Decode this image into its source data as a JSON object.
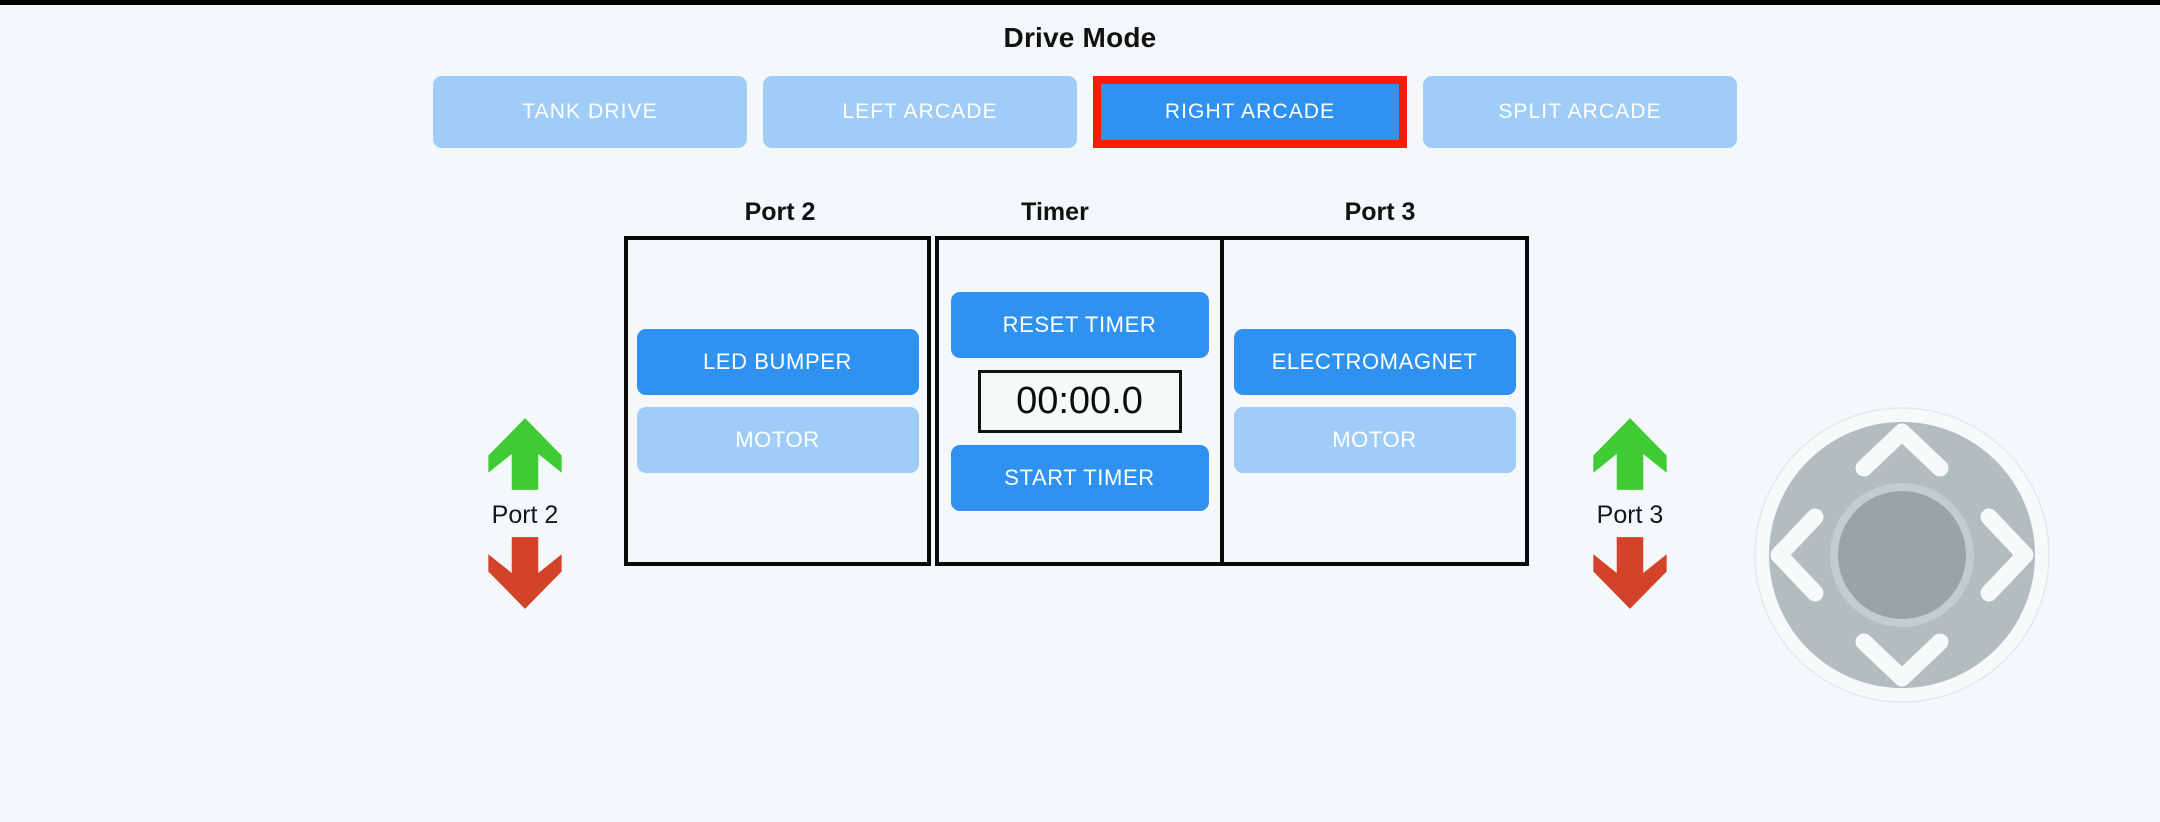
{
  "theme": {
    "background": "#f4f8fa",
    "accent_blue_active": "#3092f0",
    "accent_blue_inactive": "#9fcdf8",
    "selection_outline": "#fc1b06",
    "arrow_up_green": "#3fcb33",
    "arrow_down_red": "#d2432a",
    "panel_border": "#0a0a0a",
    "dpad_ring": "#b3bcbe",
    "dpad_center": "#9aa4a6",
    "text_dark": "#111111",
    "text_light": "#ffffff"
  },
  "drive_mode": {
    "title": "Drive Mode",
    "selected": "RIGHT ARCADE",
    "options": [
      {
        "label": "TANK DRIVE",
        "selected": false
      },
      {
        "label": "LEFT ARCADE",
        "selected": false
      },
      {
        "label": "RIGHT ARCADE",
        "selected": true
      },
      {
        "label": "SPLIT ARCADE",
        "selected": false
      }
    ]
  },
  "panels": {
    "port2": {
      "caption": "Port 2",
      "devices": [
        {
          "label": "LED BUMPER",
          "state": "on"
        },
        {
          "label": "MOTOR",
          "state": "off"
        }
      ]
    },
    "timer": {
      "caption": "Timer",
      "reset_label": "RESET TIMER",
      "display": "00:00.0",
      "start_label": "START TIMER"
    },
    "port3": {
      "caption": "Port 3",
      "devices": [
        {
          "label": "ELECTROMAGNET",
          "state": "on"
        },
        {
          "label": "MOTOR",
          "state": "off"
        }
      ]
    }
  },
  "port_controls": [
    {
      "id": "left",
      "caption": "Port 2",
      "up_icon": "arrow-up-icon",
      "down_icon": "arrow-down-icon"
    },
    {
      "id": "right",
      "caption": "Port 3",
      "up_icon": "arrow-up-icon",
      "down_icon": "arrow-down-icon"
    }
  ],
  "dpad": {
    "name": "direction-pad",
    "buttons": [
      "up",
      "left",
      "right",
      "down",
      "center"
    ]
  }
}
